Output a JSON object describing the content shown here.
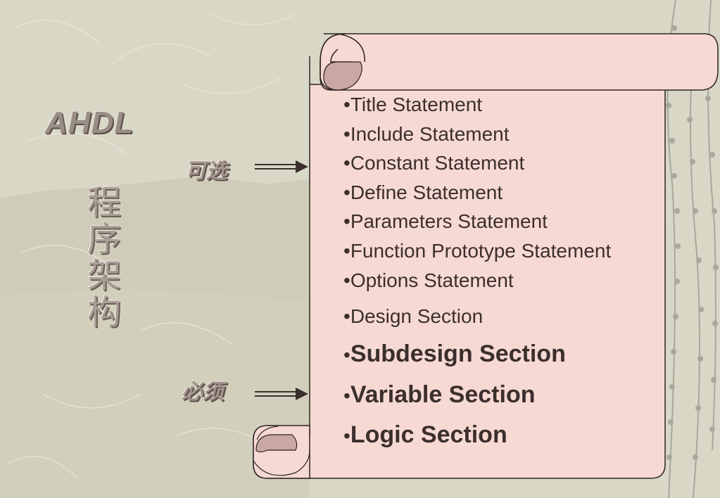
{
  "title": "AHDL",
  "vertical_title": [
    "程",
    "序",
    "架",
    "构"
  ],
  "labels": {
    "optional": "可选",
    "required": "必须"
  },
  "bullet": "•",
  "statements": [
    "Title Statement",
    "Include Statement",
    "Constant Statement",
    "Define Statement",
    "Parameters Statement",
    "Function Prototype Statement",
    "Options Statement"
  ],
  "design_section": "Design Section",
  "required_sections": [
    "Subdesign Section",
    "Variable Section",
    "Logic Section"
  ],
  "colors": {
    "scroll_fill": "#f7d9d3",
    "scroll_curl": "#c9a7a5",
    "text": "#3b2f2c",
    "background": "#d9d8c6",
    "arrow": "#3a2f2c"
  }
}
